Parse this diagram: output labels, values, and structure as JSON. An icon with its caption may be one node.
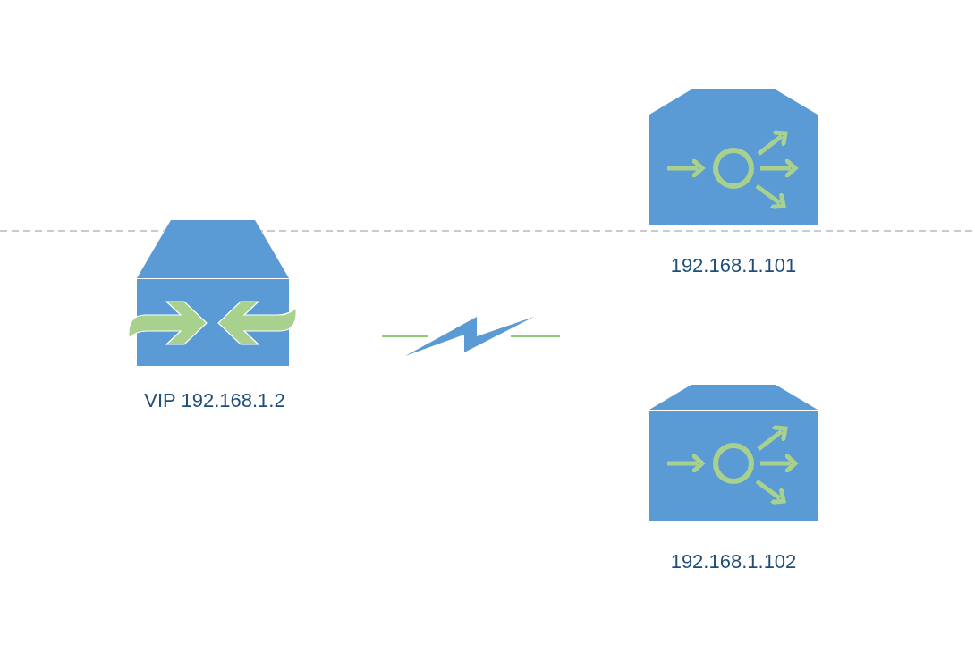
{
  "diagram": {
    "nodes": [
      {
        "text": [
          "VIP 192.168.1.2"
        ]
      },
      {
        "text": [
          "192.168.1.101"
        ]
      },
      {
        "text": [
          "192.168.1.102"
        ]
      }
    ]
  }
}
